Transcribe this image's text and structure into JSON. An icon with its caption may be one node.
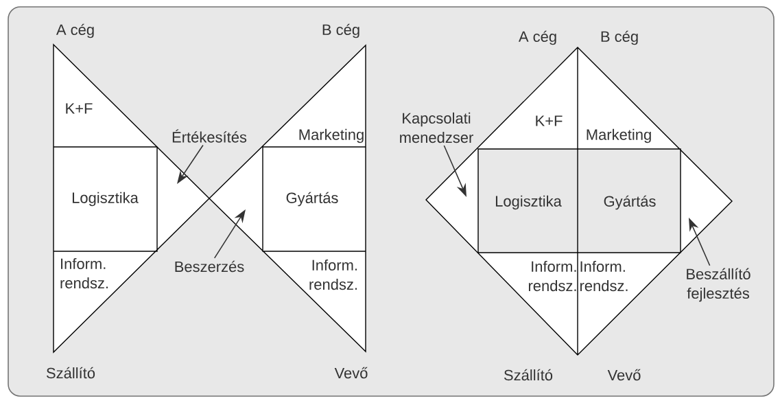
{
  "diagram": {
    "nodes": [
      {
        "text": [
          "K+F"
        ]
      },
      {
        "text": [
          "Logisztika"
        ]
      },
      {
        "text": [
          "Inform. rendsz."
        ]
      },
      {
        "text": [
          "Marketing"
        ]
      },
      {
        "text": [
          "Gyártás"
        ]
      },
      {
        "text": [
          "Inform. rendsz."
        ]
      },
      {
        "text": [
          "Értékesítés"
        ]
      },
      {
        "text": [
          "Beszerzés"
        ]
      },
      {
        "text": [
          "K+F"
        ]
      },
      {
        "text": [
          "Marketing"
        ]
      },
      {
        "text": [
          "Logisztika"
        ]
      },
      {
        "text": [
          "Gyártás"
        ]
      },
      {
        "text": [
          "Inform. rendsz."
        ]
      },
      {
        "text": [
          "Inform. rendsz."
        ]
      },
      {
        "text": [
          "Kapcsolati menedzser"
        ]
      },
      {
        "text": [
          "Beszállító fejlesztés"
        ]
      }
    ],
    "edges": [
      {
        "from": 6,
        "to": null,
        "arrow": "to"
      },
      {
        "from": 7,
        "to": null,
        "arrow": "to"
      },
      {
        "from": 14,
        "to": null,
        "arrow": "to"
      },
      {
        "from": 15,
        "to": null,
        "arrow": "to"
      }
    ],
    "labels": [
      "A cég",
      "B cég",
      "Szállító",
      "Vevő",
      "A cég",
      "B cég",
      "Szállító",
      "Vevő"
    ]
  }
}
